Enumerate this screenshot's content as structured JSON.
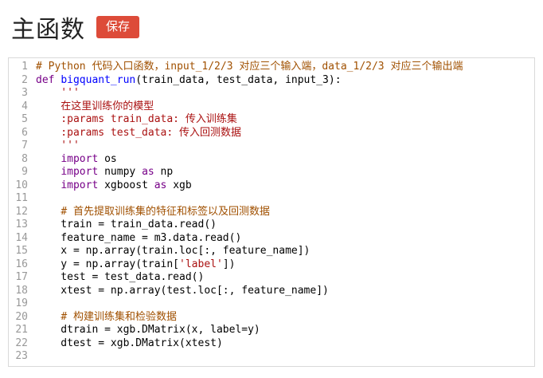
{
  "header": {
    "title": "主函数",
    "save_button": "保存"
  },
  "colors": {
    "accent": "#dd4b39",
    "comment": "#a05000",
    "keyword": "#770088",
    "defname": "#0000ff",
    "string": "#aa1111",
    "plain": "#000000",
    "gutter-text": "#999999",
    "editor-border": "#d9d9d9"
  },
  "editor": {
    "lines": [
      {
        "n": 1,
        "tokens": [
          {
            "t": "comment",
            "s": "# Python 代码入口函数，input_1/2/3 对应三个输入端，data_1/2/3 对应三个输出端"
          }
        ]
      },
      {
        "n": 2,
        "tokens": [
          {
            "t": "keyword",
            "s": "def"
          },
          {
            "t": "plain",
            "s": " "
          },
          {
            "t": "def",
            "s": "bigquant_run"
          },
          {
            "t": "plain",
            "s": "(train_data, test_data, input_3):"
          }
        ]
      },
      {
        "n": 3,
        "tokens": [
          {
            "t": "string",
            "s": "    '''"
          }
        ]
      },
      {
        "n": 4,
        "tokens": [
          {
            "t": "string",
            "s": "    在这里训练你的模型"
          }
        ]
      },
      {
        "n": 5,
        "tokens": [
          {
            "t": "string",
            "s": "    :params train_data: 传入训练集"
          }
        ]
      },
      {
        "n": 6,
        "tokens": [
          {
            "t": "string",
            "s": "    :params test_data: 传入回测数据"
          }
        ]
      },
      {
        "n": 7,
        "tokens": [
          {
            "t": "string",
            "s": "    '''"
          }
        ]
      },
      {
        "n": 8,
        "tokens": [
          {
            "t": "plain",
            "s": "    "
          },
          {
            "t": "keyword",
            "s": "import"
          },
          {
            "t": "plain",
            "s": " os"
          }
        ]
      },
      {
        "n": 9,
        "tokens": [
          {
            "t": "plain",
            "s": "    "
          },
          {
            "t": "keyword",
            "s": "import"
          },
          {
            "t": "plain",
            "s": " numpy "
          },
          {
            "t": "keyword",
            "s": "as"
          },
          {
            "t": "plain",
            "s": " np"
          }
        ]
      },
      {
        "n": 10,
        "tokens": [
          {
            "t": "plain",
            "s": "    "
          },
          {
            "t": "keyword",
            "s": "import"
          },
          {
            "t": "plain",
            "s": " xgboost "
          },
          {
            "t": "keyword",
            "s": "as"
          },
          {
            "t": "plain",
            "s": " xgb"
          }
        ]
      },
      {
        "n": 11,
        "tokens": []
      },
      {
        "n": 12,
        "tokens": [
          {
            "t": "plain",
            "s": "    "
          },
          {
            "t": "comment",
            "s": "# 首先提取训练集的特征和标签以及回测数据"
          }
        ]
      },
      {
        "n": 13,
        "tokens": [
          {
            "t": "plain",
            "s": "    train = train_data.read()"
          }
        ]
      },
      {
        "n": 14,
        "tokens": [
          {
            "t": "plain",
            "s": "    feature_name = m3.data.read()"
          }
        ]
      },
      {
        "n": 15,
        "tokens": [
          {
            "t": "plain",
            "s": "    x = np.array(train.loc[:, feature_name])"
          }
        ]
      },
      {
        "n": 16,
        "tokens": [
          {
            "t": "plain",
            "s": "    y = np.array(train["
          },
          {
            "t": "string",
            "s": "'label'"
          },
          {
            "t": "plain",
            "s": "])"
          }
        ]
      },
      {
        "n": 17,
        "tokens": [
          {
            "t": "plain",
            "s": "    test = test_data.read()"
          }
        ]
      },
      {
        "n": 18,
        "tokens": [
          {
            "t": "plain",
            "s": "    xtest = np.array(test.loc[:, feature_name])"
          }
        ]
      },
      {
        "n": 19,
        "tokens": []
      },
      {
        "n": 20,
        "tokens": [
          {
            "t": "plain",
            "s": "    "
          },
          {
            "t": "comment",
            "s": "# 构建训练集和检验数据"
          }
        ]
      },
      {
        "n": 21,
        "tokens": [
          {
            "t": "plain",
            "s": "    dtrain = xgb.DMatrix(x, label=y)"
          }
        ]
      },
      {
        "n": 22,
        "tokens": [
          {
            "t": "plain",
            "s": "    dtest = xgb.DMatrix(xtest)"
          }
        ]
      },
      {
        "n": 23,
        "tokens": []
      }
    ]
  }
}
